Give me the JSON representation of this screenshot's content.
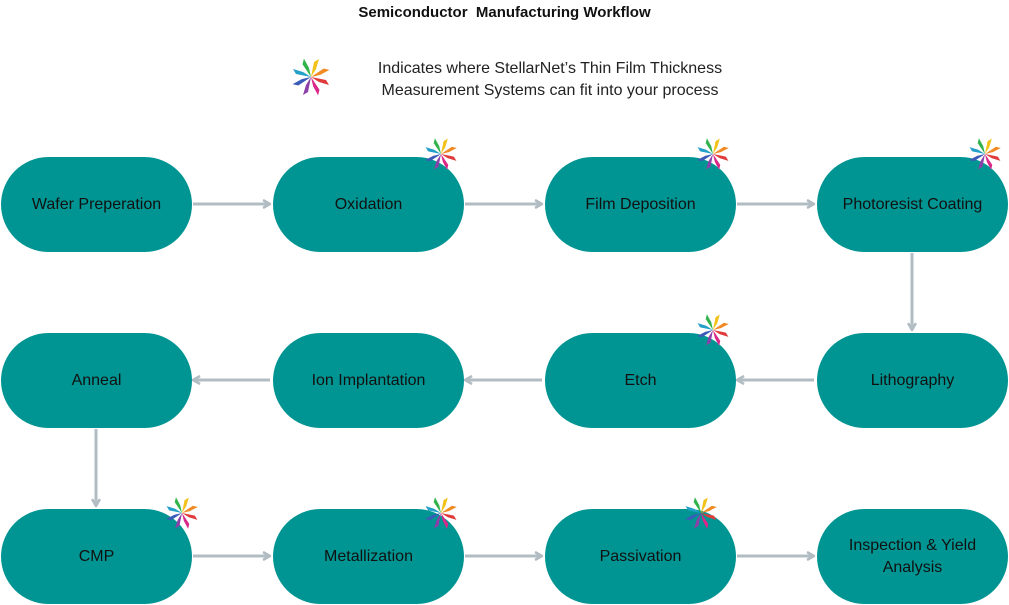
{
  "title": "Semiconductor  Manufacturing Workflow",
  "legend": {
    "line1": "Indicates where StellarNet’s Thin Film Thickness",
    "line2": "Measurement Systems can fit into your process"
  },
  "steps": [
    {
      "label": "Wafer Preperation",
      "marked": false
    },
    {
      "label": "Oxidation",
      "marked": true
    },
    {
      "label": "Film Deposition",
      "marked": true
    },
    {
      "label": "Photoresist Coating",
      "marked": true
    },
    {
      "label": "Lithography",
      "marked": false
    },
    {
      "label": "Etch",
      "marked": true
    },
    {
      "label": "Ion Implantation",
      "marked": false
    },
    {
      "label": "Anneal",
      "marked": false
    },
    {
      "label": "CMP",
      "marked": true
    },
    {
      "label": "Metallization",
      "marked": true
    },
    {
      "label": "Passivation",
      "marked": true
    },
    {
      "label": "Inspection & Yield Analysis",
      "marked": false
    }
  ],
  "colors": {
    "node_fill": "#009592",
    "arrow": "#b2bcc3",
    "star_petals": [
      "#f2c21b",
      "#f08a24",
      "#e03b3b",
      "#d9288a",
      "#8c3fa8",
      "#3b5bb8",
      "#22a0c8",
      "#2fb34a"
    ]
  }
}
